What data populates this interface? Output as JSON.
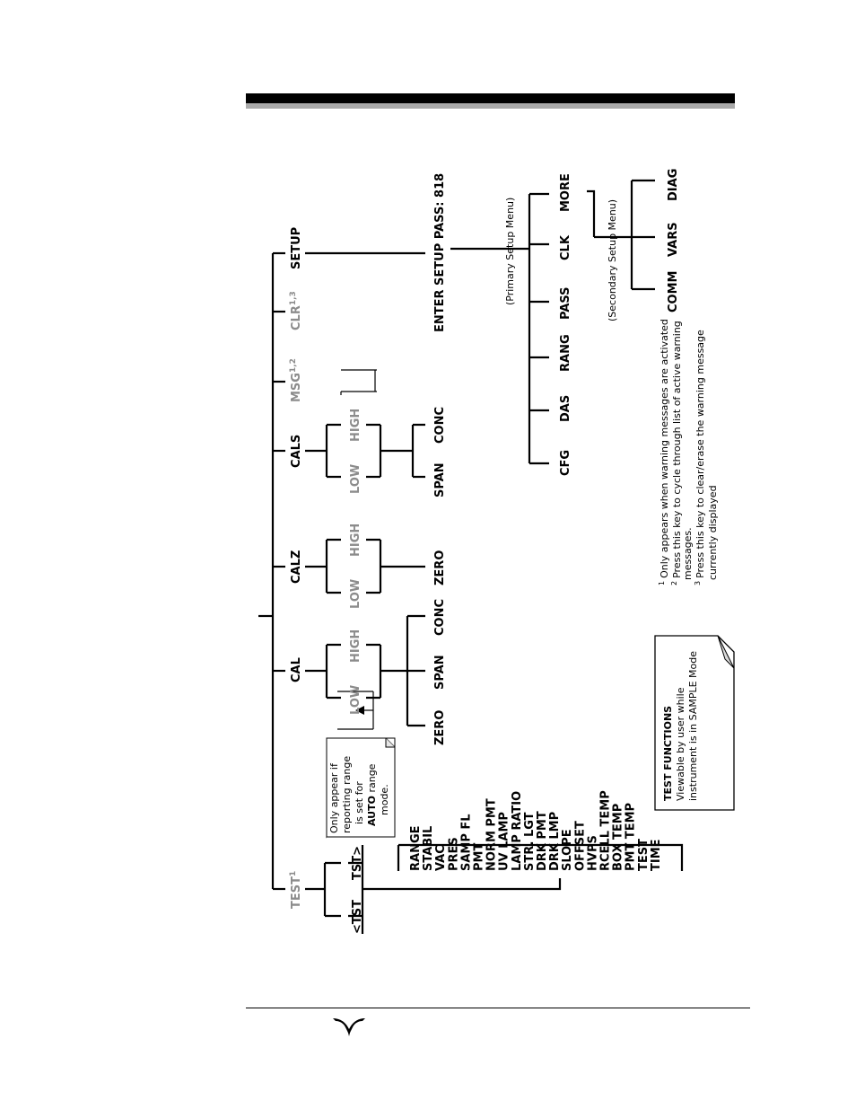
{
  "top_menu": {
    "test": "TEST",
    "test_sup": "1",
    "cal": "CAL",
    "calz": "CALZ",
    "cals": "CALS",
    "msg": "MSG",
    "msg_sup": "1,2",
    "clr": "CLR",
    "clr_sup": "1,3",
    "setup": "SETUP"
  },
  "test_keys": {
    "prev": "<TST",
    "next": "TST>"
  },
  "test_list": [
    "RANGE",
    "STABIL",
    "VAC",
    "PRES",
    "SAMP FL",
    "PMT",
    "NORM PMT",
    "UV LAMP",
    "LAMP RATIO",
    "STR. LGT",
    "DRK PMT",
    "DRK LMP",
    "SLOPE",
    "OFFSET",
    "HVPS",
    "RCELL TEMP",
    "BOX TEMP",
    "PMT TEMP",
    "TEST",
    "TIME"
  ],
  "range_keys": {
    "low": "LOW",
    "high": "HIGH"
  },
  "cal_sub": {
    "zero": "ZERO",
    "span": "SPAN",
    "conc": "CONC"
  },
  "calz_sub": {
    "zero": "ZERO"
  },
  "cals_sub": {
    "span": "SPAN",
    "conc": "CONC"
  },
  "setup_sub": {
    "prompt": "ENTER SETUP PASS: 818",
    "primary_caption": "(Primary Setup Menu)",
    "primary_items": [
      "CFG",
      "DAS",
      "RANG",
      "PASS",
      "CLK",
      "MORE"
    ],
    "secondary_caption": "(Secondary Setup Menu)",
    "secondary_items": [
      "COMM",
      "VARS",
      "DIAG"
    ]
  },
  "auto_note": {
    "line1": "Only appear if",
    "line2": "reporting range",
    "line3": "is set for",
    "line4_bold": "AUTO",
    "line4_rest": " range",
    "line5": "mode."
  },
  "test_note": {
    "title": "TEST FUNCTIONS",
    "line1": "Viewable by user while",
    "line2": "instrument is in SAMPLE Mode"
  },
  "footnotes": [
    {
      "num": "1",
      "text": "Only appears when warning messages are activated"
    },
    {
      "num": "2",
      "text": "Press this key to cycle through list of active warning",
      "cont": "messages."
    },
    {
      "num": "3",
      "text": "Press this key to clear/erase the warning message",
      "cont": "currently displayed"
    }
  ],
  "colors": {
    "inactive_grey": "#8c8c8c",
    "header_bar": "#000000",
    "header_shadow": "#a9a9a9"
  }
}
